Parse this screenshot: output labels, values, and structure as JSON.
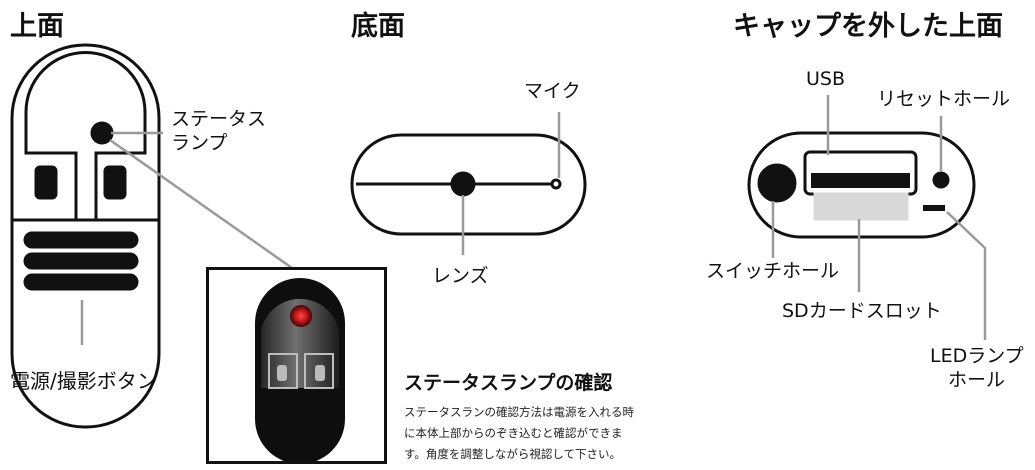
{
  "sections": {
    "top_title": "上面",
    "bottom_title": "底面",
    "capless_title": "キャップを外した上面"
  },
  "labels": {
    "status_lamp_line1": "ステータス",
    "status_lamp_line2": "ランプ",
    "power_button": "電源/撮影ボタン",
    "mic": "マイク",
    "lens": "レンズ",
    "usb": "USB",
    "reset_hole": "リセットホール",
    "switch_hole": "スイッチホール",
    "sd_slot": "SDカードスロット",
    "led_lamp_hole_line1": "LEDランプ",
    "led_lamp_hole_line2": "ホール"
  },
  "status_check": {
    "heading": "ステータスランプの確認",
    "desc_line1": "ステータスランの確認方法は電源を入れる時",
    "desc_line2": "に本体上部からのぞき込むと確認ができま",
    "desc_line3": "す。角度を調整しながら視認して下さい。"
  },
  "colors": {
    "ink": "#111111",
    "leader_gray": "#9a9a9a",
    "lamp_red": "#d11a1a",
    "sd_slot_fill": "#d8d8d8"
  }
}
